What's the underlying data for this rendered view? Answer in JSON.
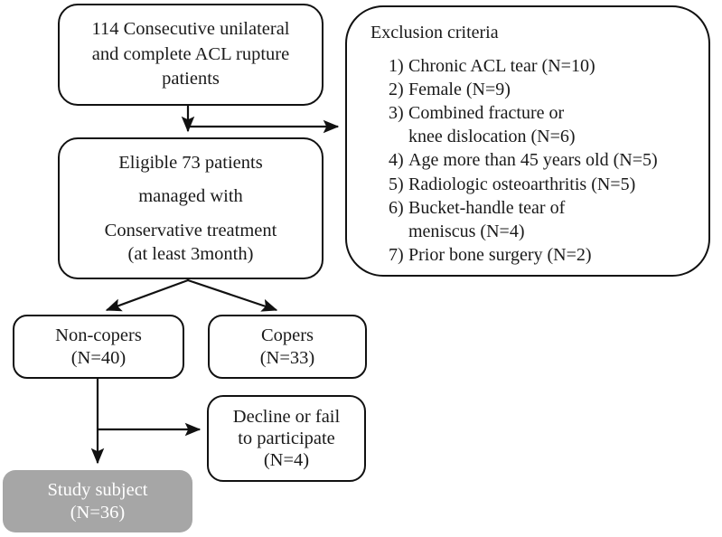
{
  "diagram": {
    "title": "ACL rupture patient selection flow",
    "colors": {
      "line": "#111111",
      "box_border": "#111111",
      "box_fill": "#ffffff",
      "highlight_fill": "#a6a6a6",
      "highlight_text": "#ffffff",
      "text": "#1a1a1a"
    }
  },
  "nodes": {
    "cohort": {
      "lines": [
        "114 Consecutive unilateral",
        "and complete ACL rupture",
        "patients"
      ]
    },
    "eligible": {
      "lines": [
        "Eligible 73 patients",
        "managed with",
        "Conservative treatment",
        "(at least 3month)"
      ]
    },
    "exclusion": {
      "title": "Exclusion criteria",
      "items": [
        {
          "num": "1)",
          "text": "Chronic ACL tear (N=10)",
          "cont": ""
        },
        {
          "num": "2)",
          "text": "Female (N=9)",
          "cont": ""
        },
        {
          "num": "3)",
          "text": "Combined fracture or",
          "cont": "knee dislocation (N=6)"
        },
        {
          "num": "4)",
          "text": "Age more than 45 years old (N=5)",
          "cont": ""
        },
        {
          "num": "5)",
          "text": "Radiologic osteoarthritis (N=5)",
          "cont": ""
        },
        {
          "num": "6)",
          "text": "Bucket-handle tear of",
          "cont": "meniscus (N=4)"
        },
        {
          "num": "7)",
          "text": "Prior bone surgery (N=2)",
          "cont": ""
        }
      ]
    },
    "noncopers": {
      "lines": [
        "Non-copers",
        "(N=40)"
      ]
    },
    "copers": {
      "lines": [
        "Copers",
        "(N=33)"
      ]
    },
    "decline": {
      "lines": [
        "Decline or fail",
        "to participate",
        "(N=4)"
      ]
    },
    "study": {
      "lines": [
        "Study subject",
        "(N=36)"
      ]
    }
  }
}
